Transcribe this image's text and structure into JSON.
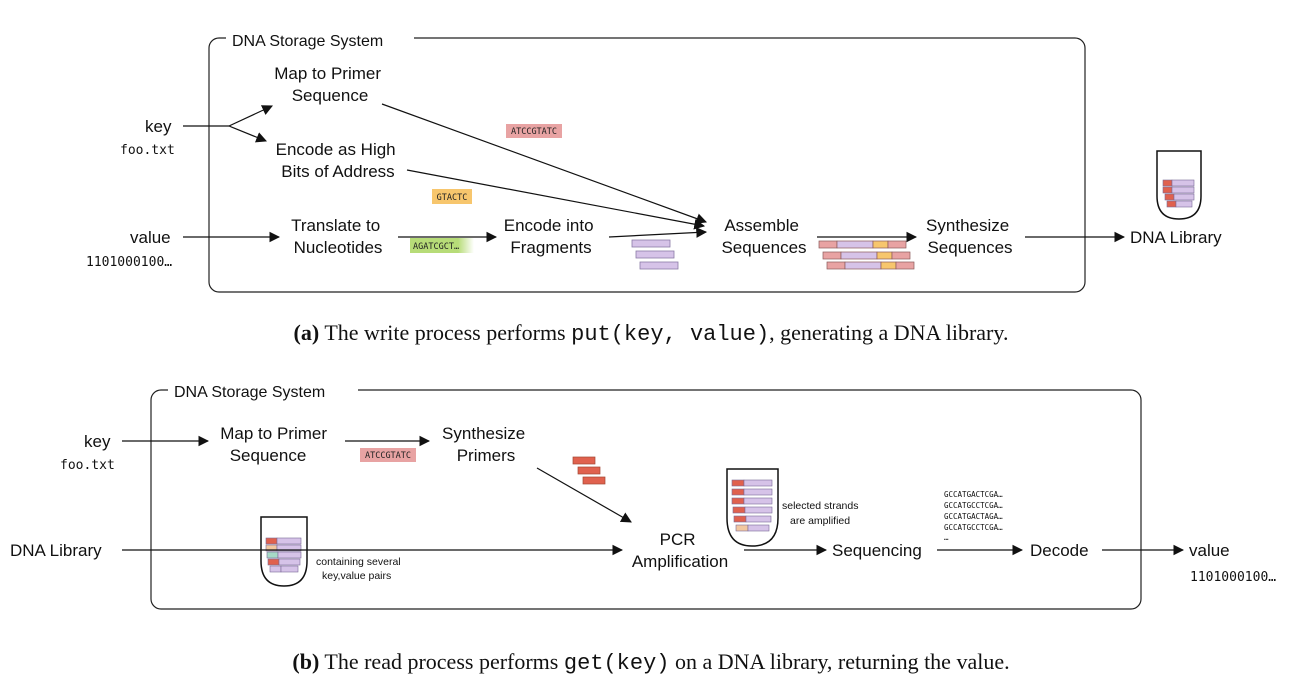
{
  "colors": {
    "primer": "#e8a3a3",
    "address": "#f7c66d",
    "nucleotide": "#b7dc78",
    "fragment": "#d6c3e8",
    "red": "#e0614e",
    "teal": "#a6d9c6",
    "peach": "#f2c7a0"
  },
  "write": {
    "box_title": "DNA Storage System",
    "key_label": "key",
    "key_value": "foo.txt",
    "value_label": "value",
    "value_value": "1101000100…",
    "map_primer": [
      "Map to Primer",
      "Sequence"
    ],
    "encode_high": [
      "Encode as High",
      "Bits of Address"
    ],
    "translate": [
      "Translate to",
      "Nucleotides"
    ],
    "encode_frag": [
      "Encode into",
      "Fragments"
    ],
    "assemble": [
      "Assemble",
      "Sequences"
    ],
    "synthesize": [
      "Synthesize",
      "Sequences"
    ],
    "library": "DNA Library",
    "tag_primer": "ATCCGTATC",
    "tag_address": "GTACTC",
    "tag_nucleotide": "AGATCGCT…"
  },
  "read": {
    "box_title": "DNA Storage System",
    "key_label": "key",
    "key_value": "foo.txt",
    "library": "DNA Library",
    "map_primer": [
      "Map to Primer",
      "Sequence"
    ],
    "tag_primer": "ATCCGTATC",
    "synth_primers": [
      "Synthesize",
      "Primers"
    ],
    "containing": [
      "containing several",
      "key,value pairs"
    ],
    "pcr": [
      "PCR",
      "Amplification"
    ],
    "selected": [
      "selected strands",
      "are amplified"
    ],
    "sequencing": "Sequencing",
    "reads": [
      "GCCATGACTCGA…",
      "GCCATGCCTCGA…",
      "GCCATGACTAGA…",
      "GCCATGCCTCGA…",
      "…"
    ],
    "decode": "Decode",
    "value_label": "value",
    "value_value": "1101000100…"
  },
  "captions": {
    "a": {
      "tag": "(a)",
      "pre": "The write process performs",
      "code": "put(key, value)",
      "post": ", generating a DNA library."
    },
    "b": {
      "tag": "(b)",
      "pre": "The read process performs",
      "code": "get(key)",
      "post": "on a DNA library, returning the value."
    }
  }
}
